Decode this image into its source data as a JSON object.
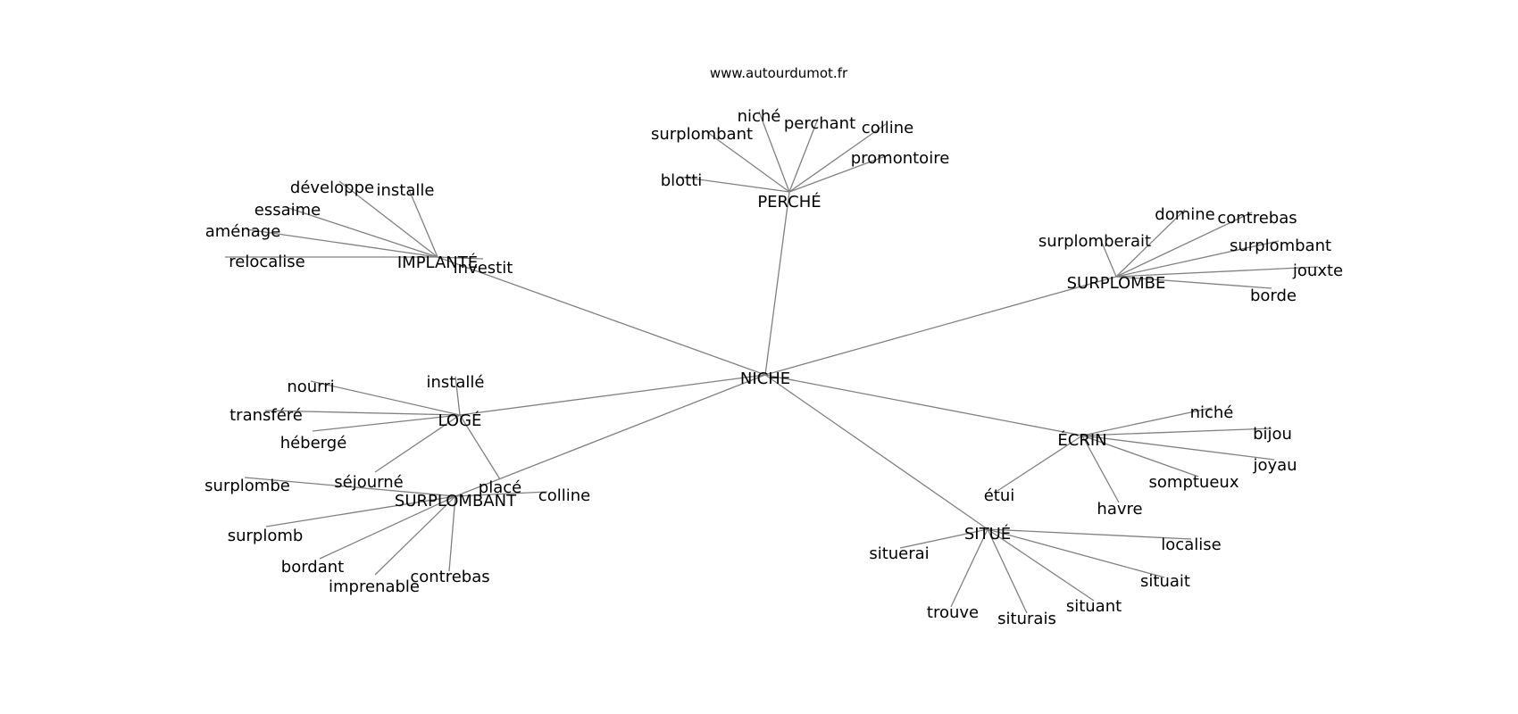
{
  "site": "www.autourdumot.fr",
  "graph": {
    "root": "NICHE",
    "clusters": [
      {
        "hub": "PERCHÉ",
        "words": [
          "niché",
          "perchant",
          "colline",
          "surplombant",
          "promontoire",
          "blotti"
        ]
      },
      {
        "hub": "IMPLANTÉ",
        "words": [
          "développe",
          "installe",
          "essaime",
          "aménage",
          "relocalise",
          "investit"
        ]
      },
      {
        "hub": "SURPLOMBE",
        "words": [
          "domine",
          "contrebas",
          "surplomberait",
          "surplombant",
          "jouxte",
          "borde"
        ]
      },
      {
        "hub": "LOGÉ",
        "words": [
          "installé",
          "nourri",
          "transféré",
          "hébergé",
          "séjourné",
          "placé"
        ]
      },
      {
        "hub": "SURPLOMBANT",
        "words": [
          "surplombe",
          "colline",
          "surplomb",
          "bordant",
          "imprenable",
          "contrebas"
        ]
      },
      {
        "hub": "ÉCRIN",
        "words": [
          "niché",
          "bijou",
          "joyau",
          "somptueux",
          "étui",
          "havre"
        ]
      },
      {
        "hub": "SITUÉ",
        "words": [
          "situerai",
          "localise",
          "situait",
          "situant",
          "siturais",
          "trouve"
        ]
      }
    ]
  }
}
